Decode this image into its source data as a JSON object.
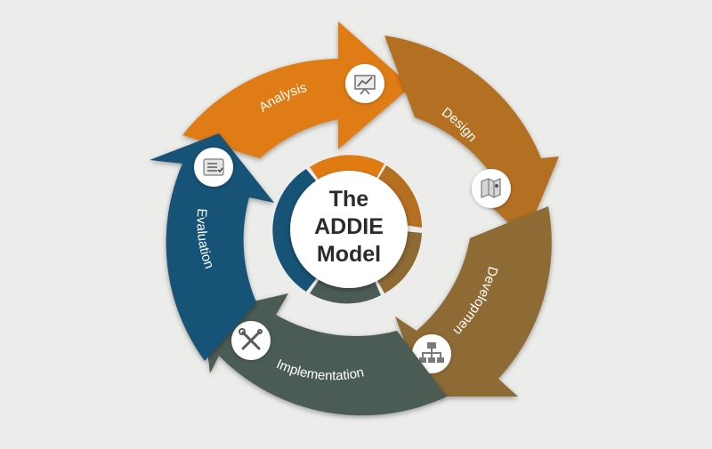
{
  "center": {
    "line1": "The",
    "line2": "ADDIE",
    "line3": "Model"
  },
  "phases": [
    {
      "label": "Analysis",
      "color": "#e07b14",
      "icon": "presentation-board-icon"
    },
    {
      "label": "Design",
      "color": "#b46f21",
      "icon": "design-map-icon"
    },
    {
      "label": "Development",
      "color": "#8e6a35",
      "icon": "hierarchy-chart-icon"
    },
    {
      "label": "Implementation",
      "color": "#4c5b55",
      "icon": "wrench-screwdriver-icon"
    },
    {
      "label": "Evaluation",
      "color": "#175377",
      "icon": "checklist-icon"
    }
  ]
}
